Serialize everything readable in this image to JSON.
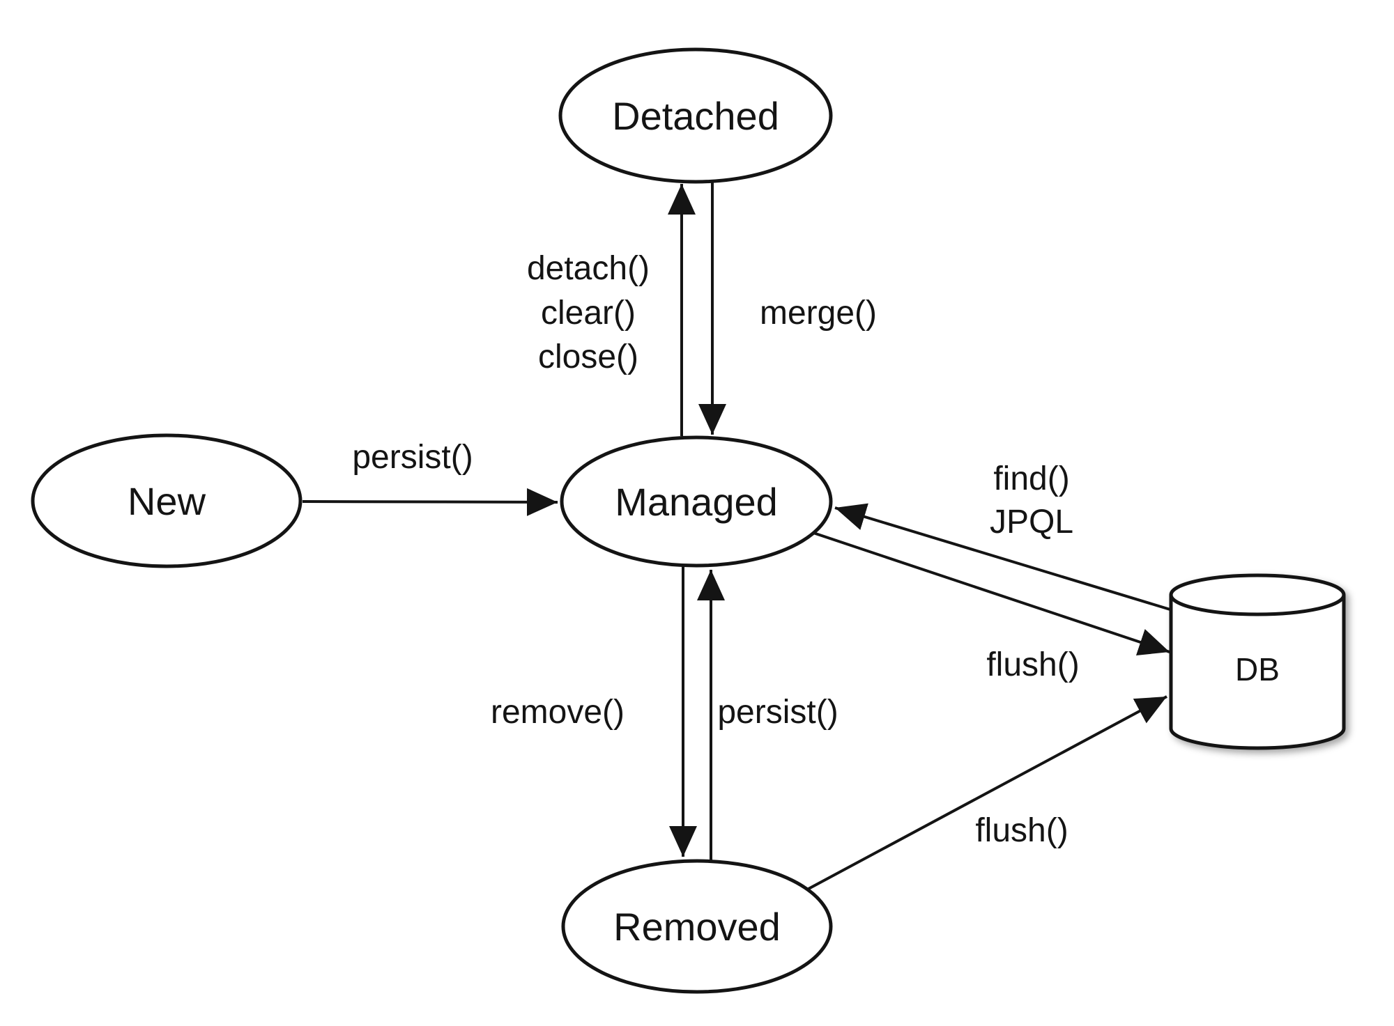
{
  "diagram": {
    "type": "state-diagram",
    "subject": "JPA entity lifecycle",
    "colors": {
      "background": "#ffffff",
      "fill": "#ffffff",
      "stroke": "#141414",
      "text": "#141414"
    },
    "states": [
      {
        "id": "detached",
        "label": "Detached"
      },
      {
        "id": "new",
        "label": "New"
      },
      {
        "id": "managed",
        "label": "Managed"
      },
      {
        "id": "removed",
        "label": "Removed"
      }
    ],
    "datastore": {
      "id": "db",
      "label": "DB",
      "shape": "cylinder"
    },
    "transitions": [
      {
        "from": "new",
        "to": "managed",
        "label_lines": [
          "persist()"
        ]
      },
      {
        "from": "managed",
        "to": "detached",
        "label_lines": [
          "detach()",
          "clear()",
          "close()"
        ]
      },
      {
        "from": "detached",
        "to": "managed",
        "label_lines": [
          "merge()"
        ]
      },
      {
        "from": "db",
        "to": "managed",
        "label_lines": [
          "find()",
          "JPQL"
        ]
      },
      {
        "from": "managed",
        "to": "db",
        "label_lines": [
          "flush()"
        ]
      },
      {
        "from": "managed",
        "to": "removed",
        "label_lines": [
          "remove()"
        ]
      },
      {
        "from": "removed",
        "to": "managed",
        "label_lines": [
          "persist()"
        ]
      },
      {
        "from": "removed",
        "to": "db",
        "label_lines": [
          "flush()"
        ]
      }
    ]
  }
}
